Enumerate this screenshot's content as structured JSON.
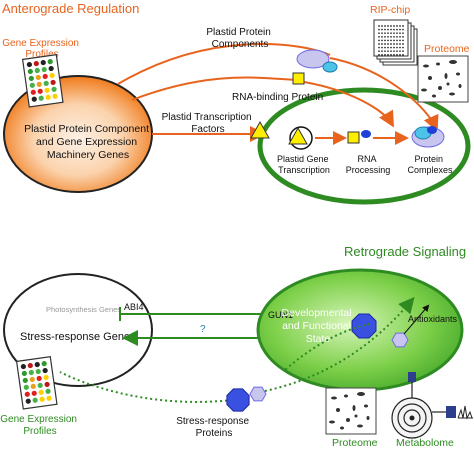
{
  "top": {
    "heading": "Anterograde Regulation",
    "gene_profiles": [
      "Gene Expression",
      "Profiles"
    ],
    "nucleus_label": [
      "Plastid Protein Component",
      "and Gene Expression",
      "Machinery Genes"
    ],
    "arrow_labels": {
      "components": [
        "Plastid Protein",
        "Components"
      ],
      "rna_binding": "RNA-binding Protein",
      "transcription_factors": [
        "Plastid Transcription",
        "Factors"
      ]
    },
    "rip_chip": "RIP-chip",
    "proteome": "Proteome",
    "chloroplast_steps": {
      "transcription": [
        "Plastid Gene",
        "Transcription"
      ],
      "processing": [
        "RNA",
        "Processing"
      ],
      "complexes": [
        "Protein",
        "Complexes"
      ]
    }
  },
  "bottom": {
    "heading": "Retrograde Signaling",
    "photosynthesis_genes": "Photosynthesis Genes",
    "abi4": "ABI4",
    "stress_genes": "Stress-response Genes",
    "gun1": "GUN1",
    "unknown_signal": "?",
    "state_label": [
      "Developmental",
      "and Functional",
      "State"
    ],
    "antioxidants": "Antioxidants",
    "stress_proteins": [
      "Stress-response",
      "Proteins"
    ],
    "gene_profiles": [
      "Gene Expression",
      "Profiles"
    ],
    "proteome": "Proteome",
    "metabolome": "Metabolome"
  },
  "colors": {
    "orange": "#e8641e",
    "green": "#2e8b22",
    "chloroplast_fill": "#6cc43a",
    "nucleus_outer": "#f07a1a",
    "nucleus_inner": "#fce9d8",
    "lavender": "#c8c6ee",
    "cyan": "#4dc3e8",
    "yellow": "#ffee00",
    "blue": "#1f3fd6",
    "purple": "#6f6ae6"
  }
}
